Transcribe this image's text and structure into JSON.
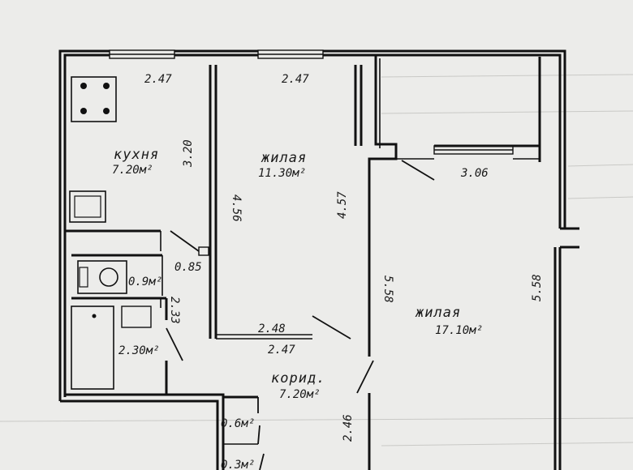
{
  "rooms": {
    "kitchen": {
      "name": "кухня",
      "area": "7.20м²",
      "width": "2.47",
      "depth": "3.20"
    },
    "living1": {
      "name": "жилая",
      "area": "11.30м²",
      "width": "2.47",
      "depth_left": "4.56",
      "depth_right": "4.57",
      "bottom_width": "2.48",
      "below": "2.47"
    },
    "living2": {
      "name": "жилая",
      "area": "17.10м²",
      "width": "3.06",
      "depth_left": "5.58",
      "depth_right": "5.58"
    },
    "corridor": {
      "name": "корид.",
      "area": "7.20м²",
      "length": "2.46"
    },
    "wc": {
      "area": "0.9м²",
      "width": "0.85"
    },
    "bath": {
      "area": "2.30м²",
      "length": "2.33"
    },
    "closet1": {
      "area": "0.6м²"
    },
    "closet2": {
      "area": "0.3м²"
    }
  },
  "colors": {
    "ink": "#111111",
    "paper": "#e9e9e7"
  }
}
